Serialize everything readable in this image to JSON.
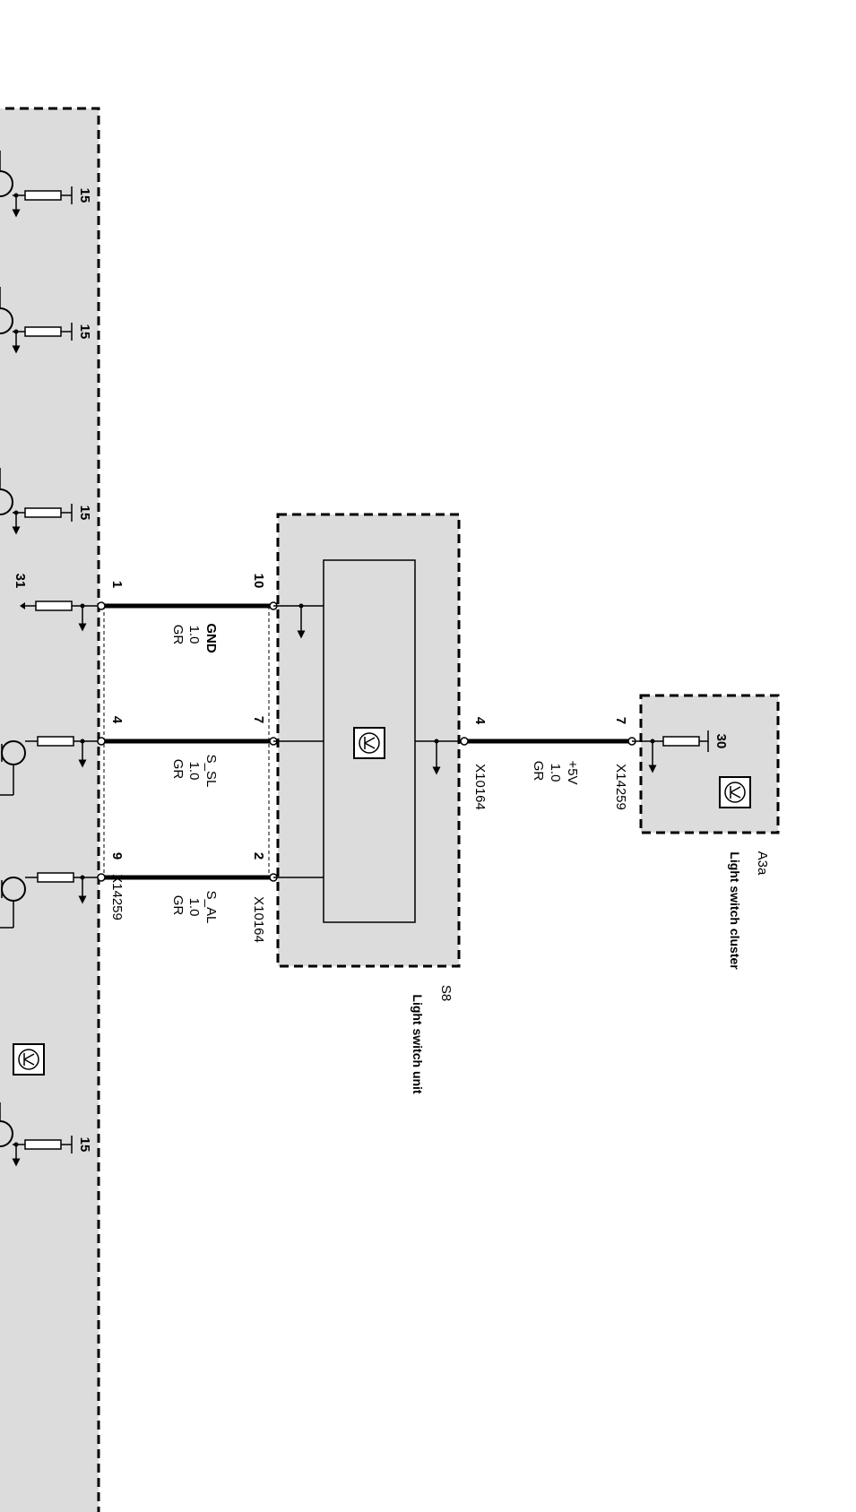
{
  "module_left": {
    "pins": {
      "gnd": "1",
      "s_sl": "4",
      "s_al": "9"
    },
    "connector": "X14259",
    "terminal_31": "31",
    "terminal_15": [
      "15",
      "15",
      "15",
      "15"
    ]
  },
  "s8": {
    "id": "S8",
    "name": "Light switch unit",
    "pins": {
      "gnd": "10",
      "s_sl": "7",
      "s_al": "2",
      "plus5v": "4"
    },
    "connector_bottom": "X10164",
    "connector_right": "X10164"
  },
  "a3a": {
    "id": "A3a",
    "name": "Light switch cluster",
    "pin": "7",
    "connector": "X14259",
    "terminal_30": "30"
  },
  "wires": {
    "gnd": {
      "signal": "GND",
      "size": "1.0",
      "color": "GR"
    },
    "s_sl": {
      "signal": "S_SL",
      "size": "1.0",
      "color": "GR"
    },
    "s_al": {
      "signal": "S_AL",
      "size": "1.0",
      "color": "GR"
    },
    "plus5v": {
      "signal": "+5V",
      "size": "1.0",
      "color": "GR"
    }
  },
  "colors": {
    "module_fill": "#dcdcdc",
    "ink": "#000000"
  }
}
